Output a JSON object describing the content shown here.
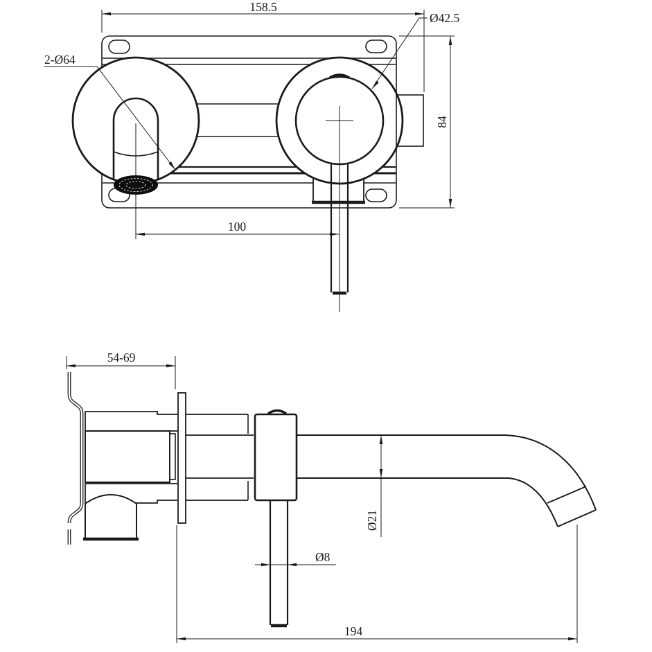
{
  "drawing": {
    "type": "technical-dimension-drawing",
    "subject": "wall-mounted basin mixer tap, two views",
    "background_color": "#ffffff",
    "line_color": "#1a1a1a",
    "views": [
      {
        "id": "front-view",
        "description": "front elevation with mounting plate, spout escutcheon and handle escutcheon"
      },
      {
        "id": "side-view",
        "description": "side section through wall showing concealed body, escutcheon, spout and lever"
      }
    ],
    "dimensions": {
      "plate_width": "158.5",
      "handle_trim_diameter": "Ø42.5",
      "escutcheons_note": "2-Ø64",
      "plate_height": "84",
      "spout_handle_spacing": "100",
      "wall_depth_range": "54-69",
      "spout_tube_diameter": "Ø21",
      "lever_rod_diameter": "Ø8",
      "spout_reach": "194"
    }
  }
}
